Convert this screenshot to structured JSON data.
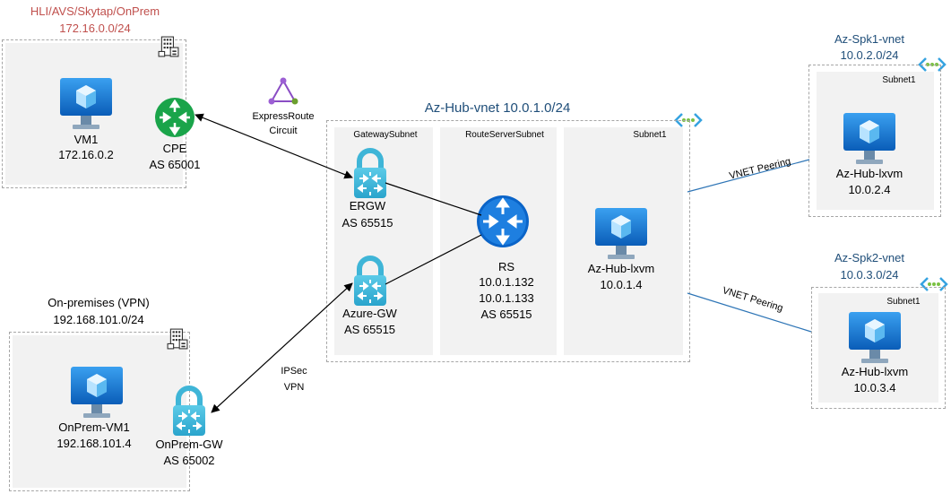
{
  "colors": {
    "region_fill": "#f2f2f2",
    "dashed_border": "#a6a6a6",
    "onprem_title": "#c0504d",
    "vnet_title": "#1f4e79",
    "peering_line": "#2e75b6",
    "vm_blue": "#0078d4",
    "gateway_teal": "#3fb5d7",
    "router_green": "#1aa44a",
    "route_server_blue": "#0a64c8",
    "expressroute_purple": "#8a4dc4"
  },
  "hli_site": {
    "title": "HLI/AVS/Skytap/OnPrem",
    "cidr": "172.16.0.0/24",
    "vm_name": "VM1",
    "vm_ip": "172.16.0.2",
    "router_name": "CPE",
    "router_asn": "AS 65001"
  },
  "expressroute": {
    "label_line1": "ExpressRoute",
    "label_line2": "Circuit"
  },
  "hub_vnet": {
    "title": "Az-Hub-vnet 10.0.1.0/24",
    "gateway_subnet": "GatewaySubnet",
    "route_server_subnet": "RouteServerSubnet",
    "subnet1": "Subnet1",
    "ergw_name": "ERGW",
    "ergw_asn": "AS 65515",
    "vpngw_name": "Azure-GW",
    "vpngw_asn": "AS 65515",
    "rs_name": "RS",
    "rs_ip1": "10.0.1.132",
    "rs_ip2": "10.0.1.133",
    "rs_asn": "AS 65515",
    "vm_name": "Az-Hub-lxvm",
    "vm_ip": "10.0.1.4"
  },
  "spoke1": {
    "title": "Az-Spk1-vnet",
    "cidr": "10.0.2.0/24",
    "subnet": "Subnet1",
    "vm_name": "Az-Hub-lxvm",
    "vm_ip": "10.0.2.4",
    "peering_label": "VNET Peering"
  },
  "spoke2": {
    "title": "Az-Spk2-vnet",
    "cidr": "10.0.3.0/24",
    "subnet": "Subnet1",
    "vm_name": "Az-Hub-lxvm",
    "vm_ip": "10.0.3.4",
    "peering_label": "VNET Peering"
  },
  "vpn_site": {
    "title": "On-premises (VPN)",
    "cidr": "192.168.101.0/24",
    "vm_name": "OnPrem-VM1",
    "vm_ip": "192.168.101.4",
    "gw_name": "OnPrem-GW",
    "gw_asn": "AS 65002"
  },
  "ipsec": {
    "label_line1": "IPSec",
    "label_line2": "VPN"
  }
}
